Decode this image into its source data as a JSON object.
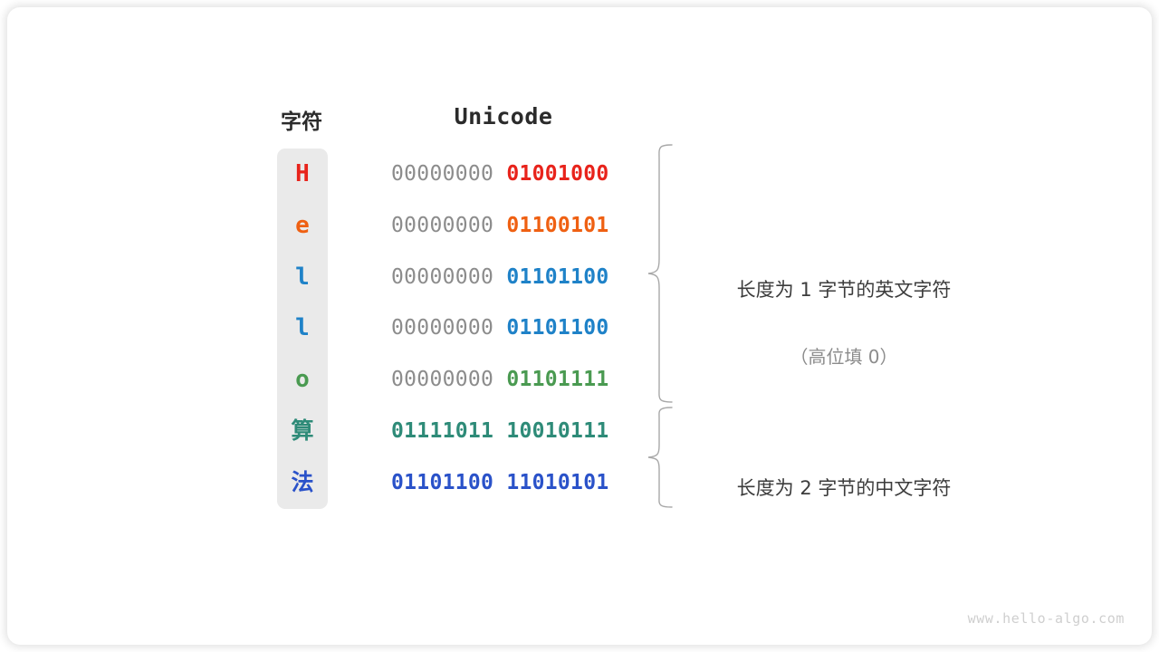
{
  "card": {
    "background": "#ffffff",
    "shadow_color": "rgba(0,0,0,0.13)"
  },
  "headers": {
    "character": "字符",
    "unicode": "Unicode"
  },
  "palette": {
    "high_bits_gray": "#8c8c8c",
    "column_background": "#eaeaea",
    "header_text": "#2b2b2b",
    "annotation_text": "#3c3c3c",
    "annotation_note": "#8c8c8c",
    "brace_stroke": "#a8a8a8",
    "watermark": "#cfcfcf"
  },
  "rows": [
    {
      "char": "H",
      "color": "#e8231b",
      "high_bits": "00000000",
      "low_bits": "01001000",
      "cjk": false
    },
    {
      "char": "e",
      "color": "#ef6012",
      "high_bits": "00000000",
      "low_bits": "01100101",
      "cjk": false
    },
    {
      "char": "l",
      "color": "#1f82c8",
      "high_bits": "00000000",
      "low_bits": "01101100",
      "cjk": false
    },
    {
      "char": "l",
      "color": "#1f82c8",
      "high_bits": "00000000",
      "low_bits": "01101100",
      "cjk": false
    },
    {
      "char": "o",
      "color": "#4a9a51",
      "high_bits": "00000000",
      "low_bits": "01101111",
      "cjk": false
    },
    {
      "char": "算",
      "color": "#2e8b78",
      "high_bits": "",
      "low_bits": "01111011 10010111",
      "cjk": true
    },
    {
      "char": "法",
      "color": "#2a52c9",
      "high_bits": "",
      "low_bits": "01101100 11010101",
      "cjk": true
    }
  ],
  "annotations": [
    {
      "line1": "长度为 1 字节的英文字符",
      "line2": "（高位填 0）"
    },
    {
      "line1": "长度为 2 字节的中文字符",
      "line2": ""
    }
  ],
  "watermark": "www.hello-algo.com"
}
